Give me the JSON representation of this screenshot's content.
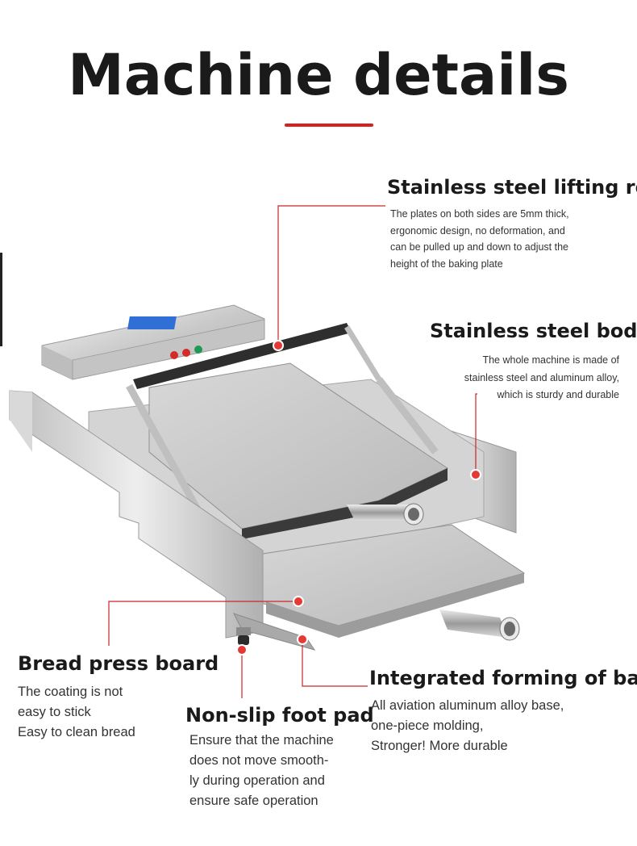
{
  "page": {
    "title": "Machine details",
    "accent_color": "#d81e1e"
  },
  "callouts": {
    "lifting_rod": {
      "heading": "Stainless steel lifting rod",
      "lines": [
        "The plates on both sides are 5mm thick,",
        "ergonomic design, no deformation, and",
        "can be pulled up and down to adjust the",
        "height of the baking plate"
      ]
    },
    "body": {
      "heading": "Stainless steel body",
      "lines": [
        "The whole machine is made of",
        "stainless steel and aluminum alloy,",
        "which is sturdy and durable"
      ]
    },
    "bread_press": {
      "heading": "Bread press board",
      "lines": [
        "The coating is not",
        "easy to stick",
        "Easy to clean bread"
      ]
    },
    "foot_pad": {
      "heading": "Non-slip foot pad",
      "lines": [
        "Ensure that the machine",
        "does not move smooth-",
        "ly during operation and",
        "ensure safe operation"
      ]
    },
    "base": {
      "heading": "Integrated forming of base",
      "lines": [
        "All aviation aluminum alloy base,",
        "one-piece molding,",
        "Stronger! More durable"
      ]
    }
  },
  "machine": {
    "icon": "bun-toaster-machine-illustration",
    "button_colors": [
      "#d32a2a",
      "#d32a2a",
      "#1f9a55"
    ],
    "display_color": "#2f6fd6"
  }
}
